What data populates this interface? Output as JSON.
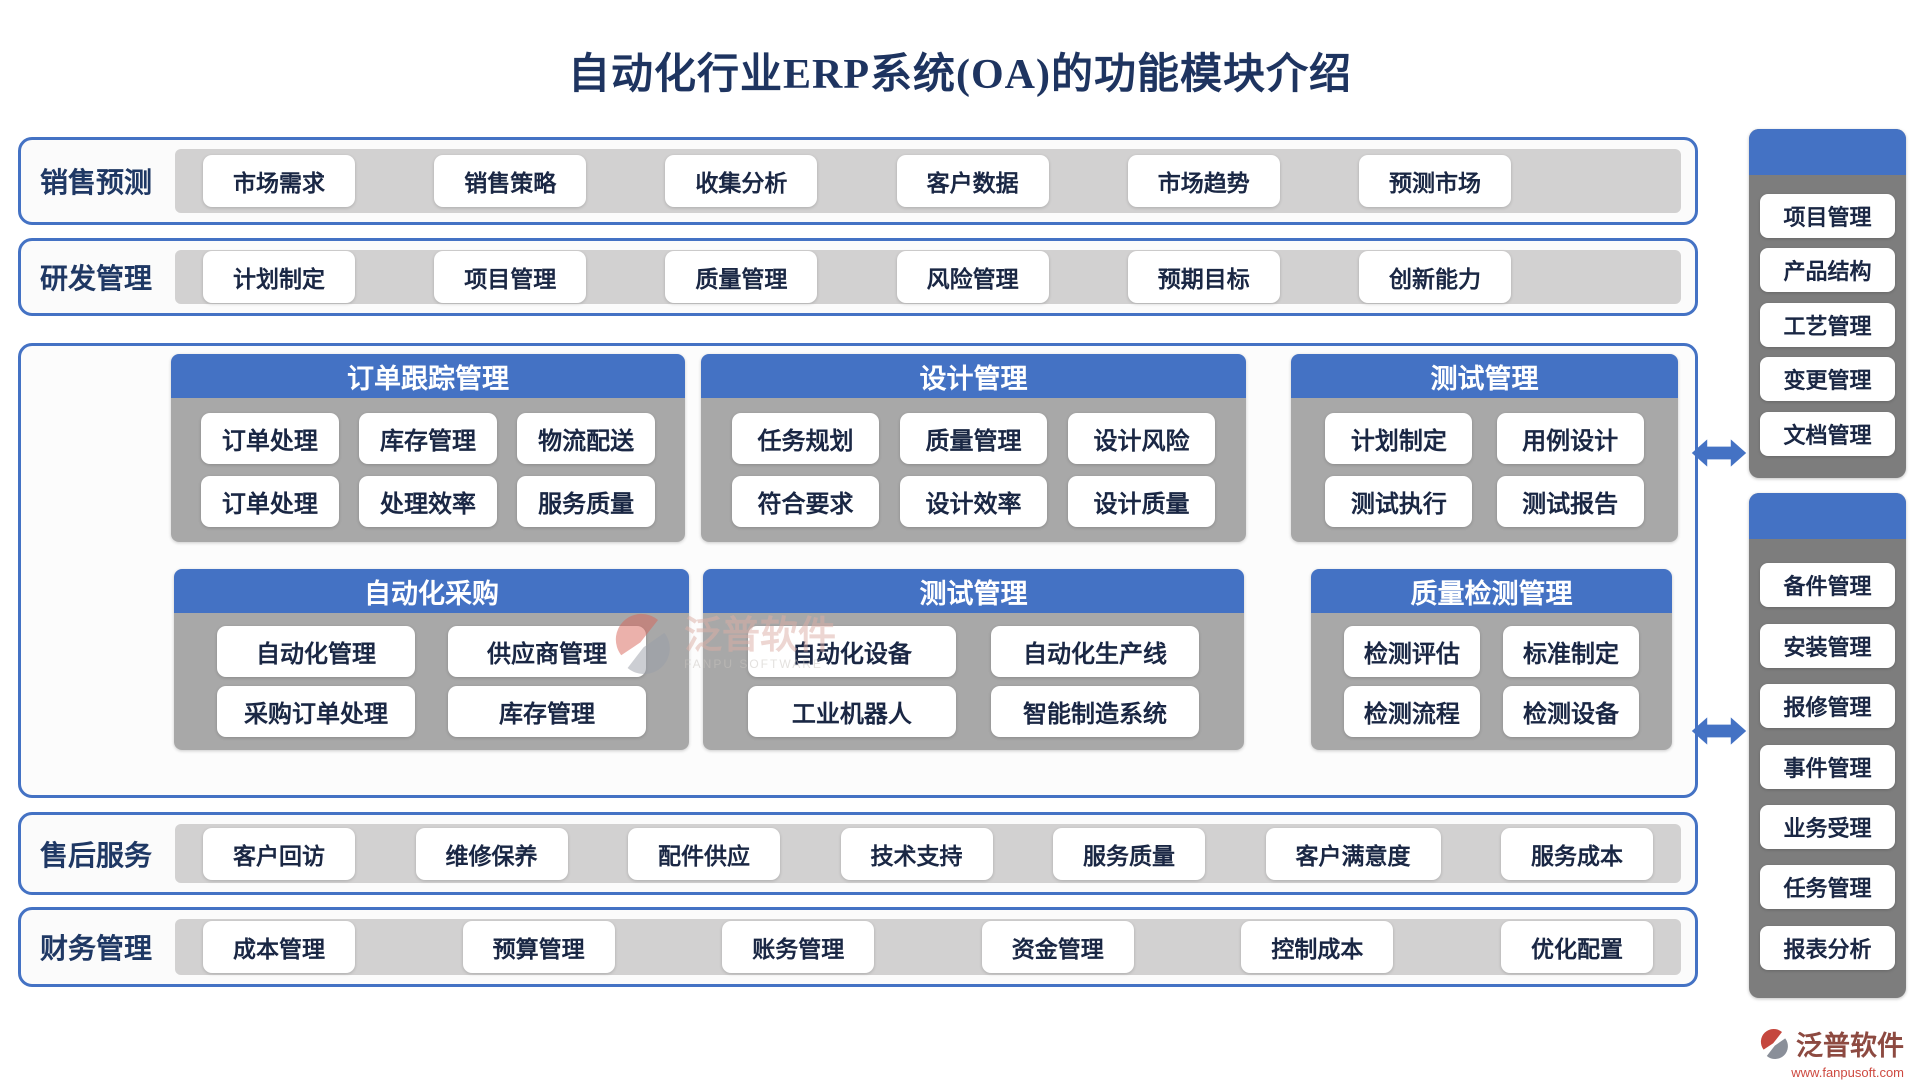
{
  "title": "自动化行业ERP系统(OA)的功能模块介绍",
  "colors": {
    "accent": "#4472C4",
    "navy": "#1F3864",
    "track_gray": "#D2D1D1",
    "card_gray": "#A8A8A8",
    "panel_gray": "#7D7D7D",
    "brand_red": "#CE4A41"
  },
  "top_bands": [
    {
      "label": "销售预测",
      "items": [
        "市场需求",
        "销售策略",
        "收集分析",
        "客户数据",
        "市场趋势",
        "预测市场"
      ]
    },
    {
      "label": "研发管理",
      "items": [
        "计划制定",
        "项目管理",
        "质量管理",
        "风险管理",
        "预期目标",
        "创新能力"
      ]
    }
  ],
  "cards": [
    {
      "title": "订单跟踪管理",
      "items": [
        "订单处理",
        "库存管理",
        "物流配送",
        "订单处理",
        "处理效率",
        "服务质量"
      ]
    },
    {
      "title": "设计管理",
      "items": [
        "任务规划",
        "质量管理",
        "设计风险",
        "符合要求",
        "设计效率",
        "设计质量"
      ]
    },
    {
      "title": "测试管理",
      "items": [
        "计划制定",
        "用例设计",
        "测试执行",
        "测试报告"
      ]
    },
    {
      "title": "自动化采购",
      "items": [
        "自动化管理",
        "供应商管理",
        "采购订单处理",
        "库存管理"
      ]
    },
    {
      "title": "测试管理",
      "items": [
        "自动化设备",
        "自动化生产线",
        "工业机器人",
        "智能制造系统"
      ]
    },
    {
      "title": "质量检测管理",
      "items": [
        "检测评估",
        "标准制定",
        "检测流程",
        "检测设备"
      ]
    }
  ],
  "bottom_bands": [
    {
      "label": "售后服务",
      "items": [
        "客户回访",
        "维修保养",
        "配件供应",
        "技术支持",
        "服务质量",
        "客户满意度",
        "服务成本"
      ]
    },
    {
      "label": "财务管理",
      "items": [
        "成本管理",
        "预算管理",
        "账务管理",
        "资金管理",
        "控制成本",
        "优化配置"
      ]
    }
  ],
  "side_panels": [
    {
      "items": [
        "项目管理",
        "产品结构",
        "工艺管理",
        "变更管理",
        "文档管理"
      ]
    },
    {
      "items": [
        "备件管理",
        "安装管理",
        "报修管理",
        "事件管理",
        "业务受理",
        "任务管理",
        "报表分析"
      ]
    }
  ],
  "watermark": {
    "name": "泛普软件",
    "subtitle": "FANPU SOFTWARE"
  },
  "footer": {
    "brand": "泛普软件",
    "url": "www.fanpusoft.com"
  }
}
